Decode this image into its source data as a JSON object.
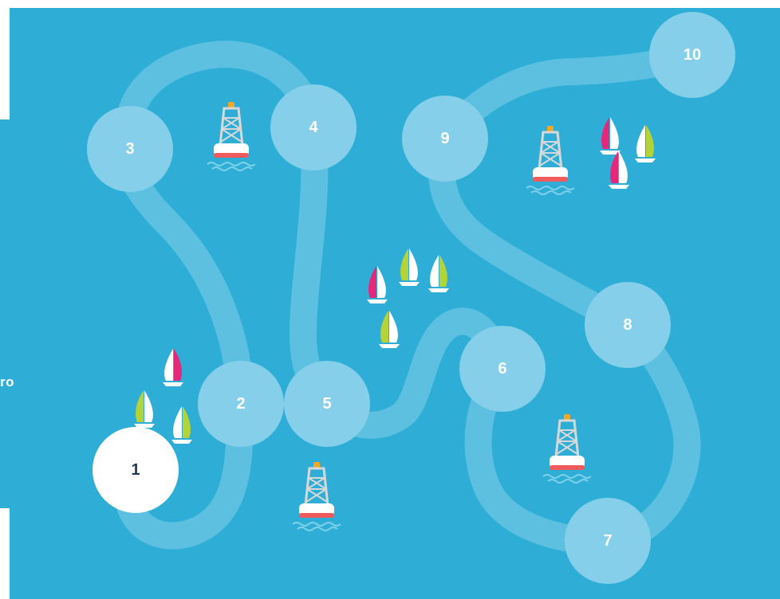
{
  "side_label": "ro",
  "colors": {
    "water": "#2eaed6",
    "path": "#5dc0e0",
    "node": "#86cfea",
    "current_node": "#ffffff",
    "current_text": "#1f3a5a",
    "sail_pink": "#e6287a",
    "sail_green": "#b3d336",
    "sail_white": "#ffffff"
  },
  "board": {
    "current_level": "1",
    "levels": [
      {
        "label": "1",
        "state": "current"
      },
      {
        "label": "2",
        "state": "locked"
      },
      {
        "label": "3",
        "state": "locked"
      },
      {
        "label": "4",
        "state": "locked"
      },
      {
        "label": "5",
        "state": "locked"
      },
      {
        "label": "6",
        "state": "locked"
      },
      {
        "label": "7",
        "state": "locked"
      },
      {
        "label": "8",
        "state": "locked"
      },
      {
        "label": "9",
        "state": "locked"
      },
      {
        "label": "10",
        "state": "locked"
      }
    ],
    "decorations": {
      "buoy_icon": "buoy-icon",
      "sailboat_icon": "sailboat-icon"
    }
  }
}
